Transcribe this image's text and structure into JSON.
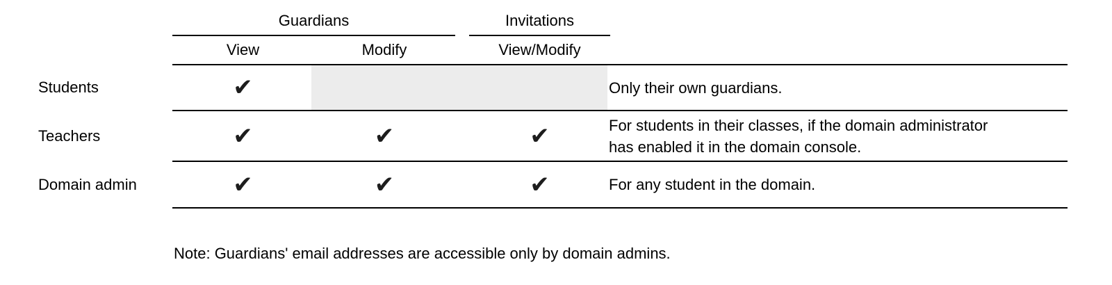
{
  "table": {
    "groups": [
      {
        "label": "Guardians",
        "columns": [
          "View",
          "Modify"
        ]
      },
      {
        "label": "Invitations",
        "columns": [
          "View/Modify"
        ]
      }
    ],
    "rows": [
      {
        "label": "Students",
        "checks": {
          "view": "✔",
          "modify": "",
          "view_modify": ""
        },
        "note_lines": [
          "Only their own guardians.",
          ""
        ]
      },
      {
        "label": "Teachers",
        "checks": {
          "view": "✔",
          "modify": "✔",
          "view_modify": "✔"
        },
        "note_lines": [
          "For students in their classes, if the domain administrator",
          "has enabled it in the domain console."
        ]
      },
      {
        "label": "Domain admin",
        "checks": {
          "view": "✔",
          "modify": "✔",
          "view_modify": "✔"
        },
        "note_lines": [
          "For any student in the domain.",
          ""
        ]
      }
    ]
  },
  "footnote": "Note: Guardians' email addresses are accessible only by domain admins.",
  "colors": {
    "background": "#ffffff",
    "text": "#000000",
    "rule": "#000000",
    "check": "#1d1d1d",
    "na_region": "#ececec"
  }
}
